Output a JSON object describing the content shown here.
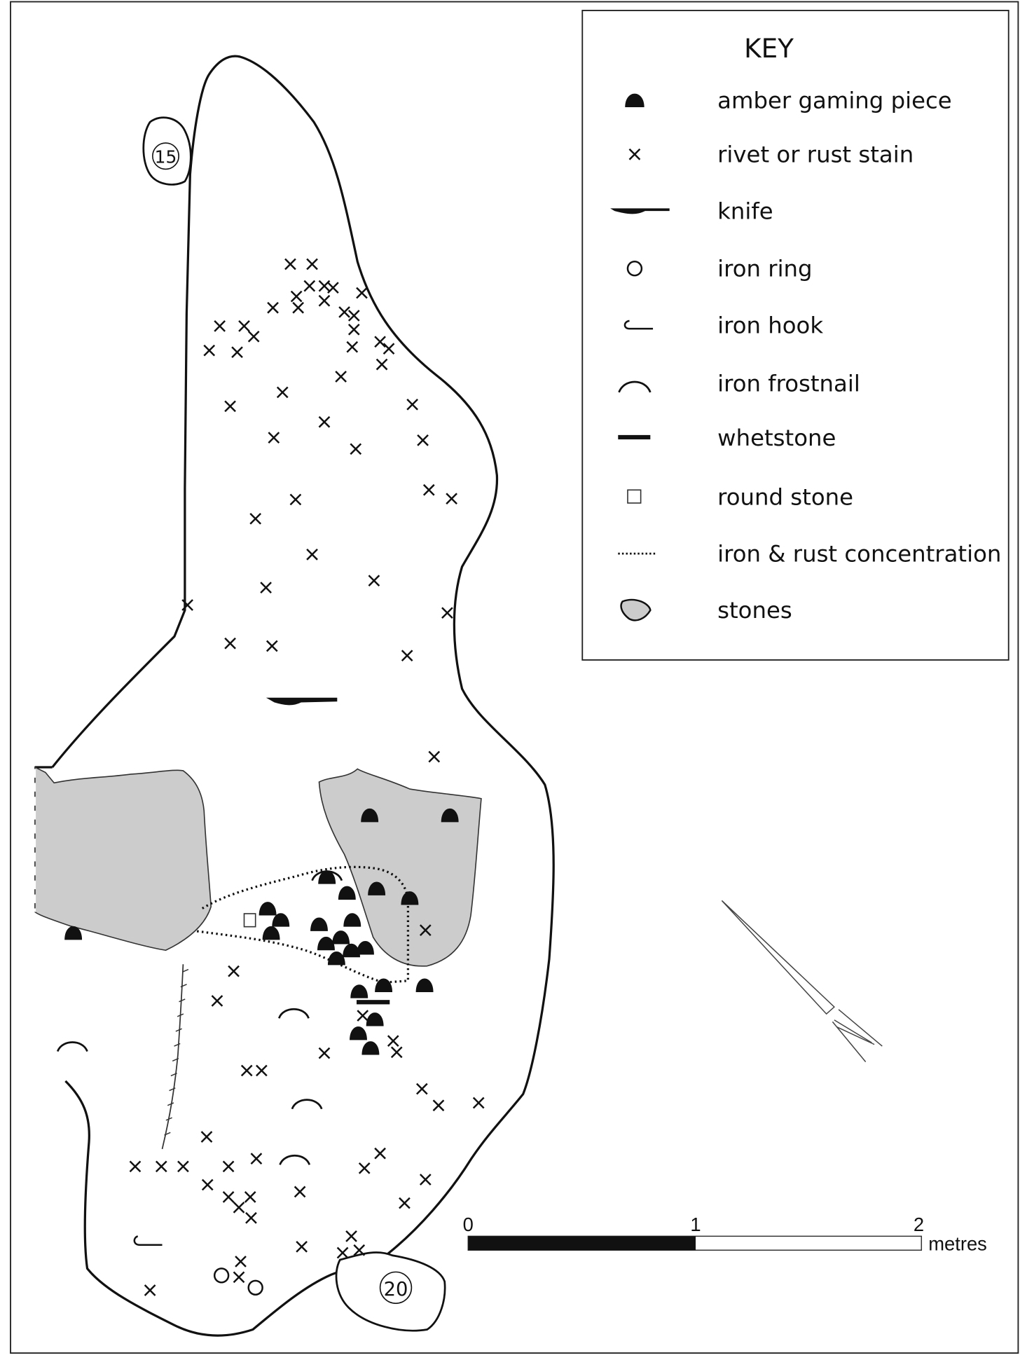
{
  "key": {
    "title": "KEY",
    "items": [
      {
        "icon": "amber-gaming-piece-icon",
        "label": "amber gaming piece"
      },
      {
        "icon": "cross-icon",
        "label": "rivet or rust stain"
      },
      {
        "icon": "knife-icon",
        "label": "knife"
      },
      {
        "icon": "ring-icon",
        "label": "iron ring"
      },
      {
        "icon": "hook-icon",
        "label": "iron hook"
      },
      {
        "icon": "frostnail-icon",
        "label": "iron frostnail"
      },
      {
        "icon": "whetstone-icon",
        "label": "whetstone"
      },
      {
        "icon": "square-icon",
        "label": "round stone"
      },
      {
        "icon": "dotted-line-icon",
        "label": "iron & rust concentration"
      },
      {
        "icon": "stone-icon",
        "label": "stones"
      }
    ]
  },
  "map": {
    "stone_labels": [
      "15",
      "20"
    ]
  },
  "scale_bar": {
    "ticks": [
      "0",
      "1",
      "2"
    ],
    "unit": "metres"
  },
  "colors": {
    "stone_fill": "#cccccc",
    "ink": "#111111"
  }
}
